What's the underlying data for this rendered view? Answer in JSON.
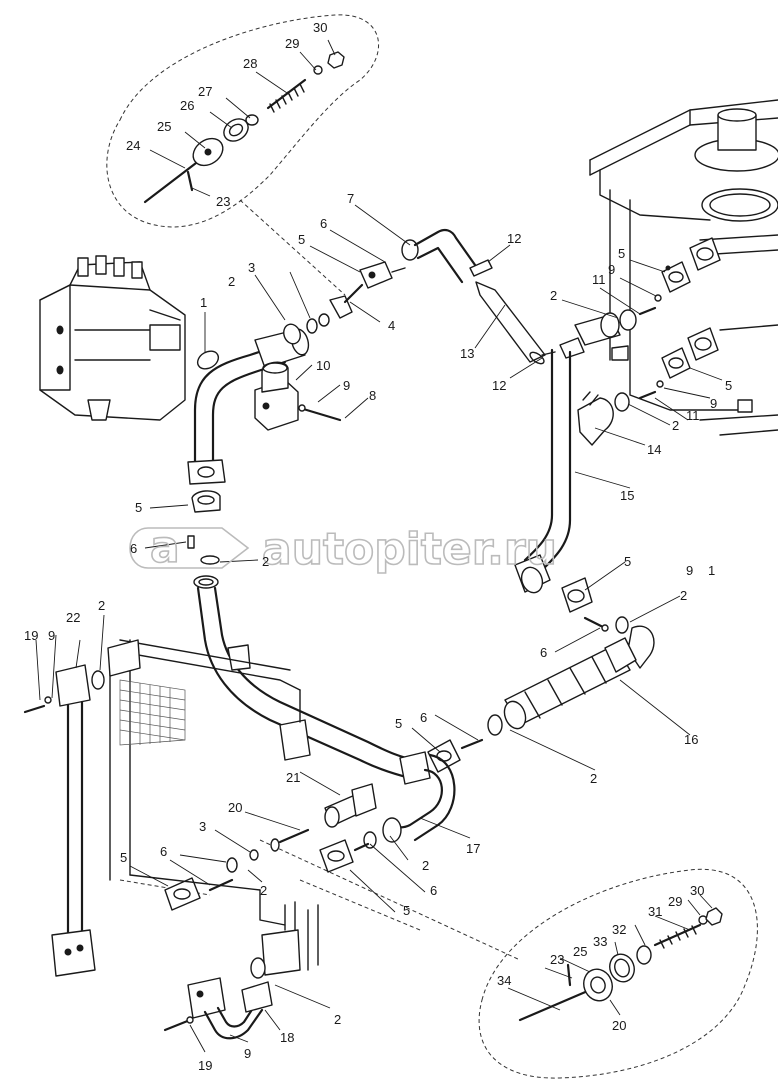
{
  "watermark": {
    "text": "autopiter.ru",
    "logo": "a-arrow-logo"
  },
  "part_labels": {
    "l30a": "30",
    "l29a": "29",
    "l28": "28",
    "l27a": "27",
    "l26": "26",
    "l25a": "25",
    "l24": "24",
    "l23a": "23",
    "l7": "7",
    "l6a": "6",
    "l5a": "5",
    "l12a": "12",
    "l3a": "3",
    "l2a": "2",
    "l4": "4",
    "l1": "1",
    "l13": "13",
    "l10": "10",
    "l9a": "9",
    "l8": "8",
    "l5b": "5",
    "l9b": "9",
    "l11a": "11",
    "l2b": "2",
    "l12b": "12",
    "l5c": "5",
    "l9c": "9",
    "l11b": "11",
    "l2c": "2",
    "l14": "14",
    "l15": "15",
    "l5d": "5",
    "l6b": "6",
    "l2d": "2",
    "l5e": "5",
    "l9d": "9",
    "l1b": "1",
    "l2e": "2",
    "l6c": "6",
    "l16": "16",
    "l19a": "19",
    "l9e": "9",
    "l22": "22",
    "l2f": "2",
    "l6d": "6",
    "l5f": "5",
    "l2g": "2",
    "l21": "21",
    "l20a": "20",
    "l3b": "3",
    "l17": "17",
    "l5g": "5",
    "l6e": "6",
    "l2h": "2",
    "l2i": "2",
    "l6f": "6",
    "l5h": "5",
    "l2j": "2",
    "l18": "18",
    "l9f": "9",
    "l19b": "19",
    "l30b": "30",
    "l29b": "29",
    "l31": "31",
    "l32": "32",
    "l33": "33",
    "l25b": "25",
    "l23b": "23",
    "l34": "34",
    "l20b": "20"
  }
}
